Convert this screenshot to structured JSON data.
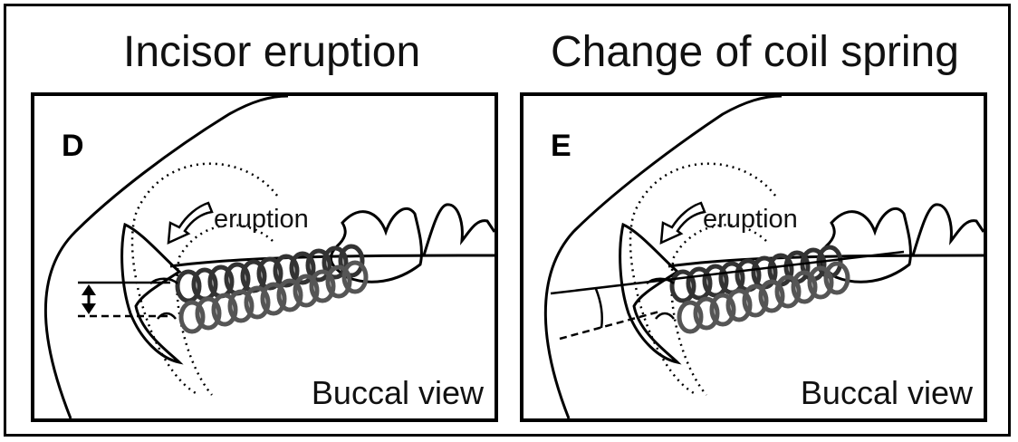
{
  "figure": {
    "left": {
      "title": "Incisor eruption",
      "panel_letter": "D",
      "arrow_label": "eruption",
      "view_label": "Buccal view"
    },
    "right": {
      "title": "Change of coil spring",
      "panel_letter": "E",
      "arrow_label": "eruption",
      "view_label": "Buccal view"
    }
  }
}
